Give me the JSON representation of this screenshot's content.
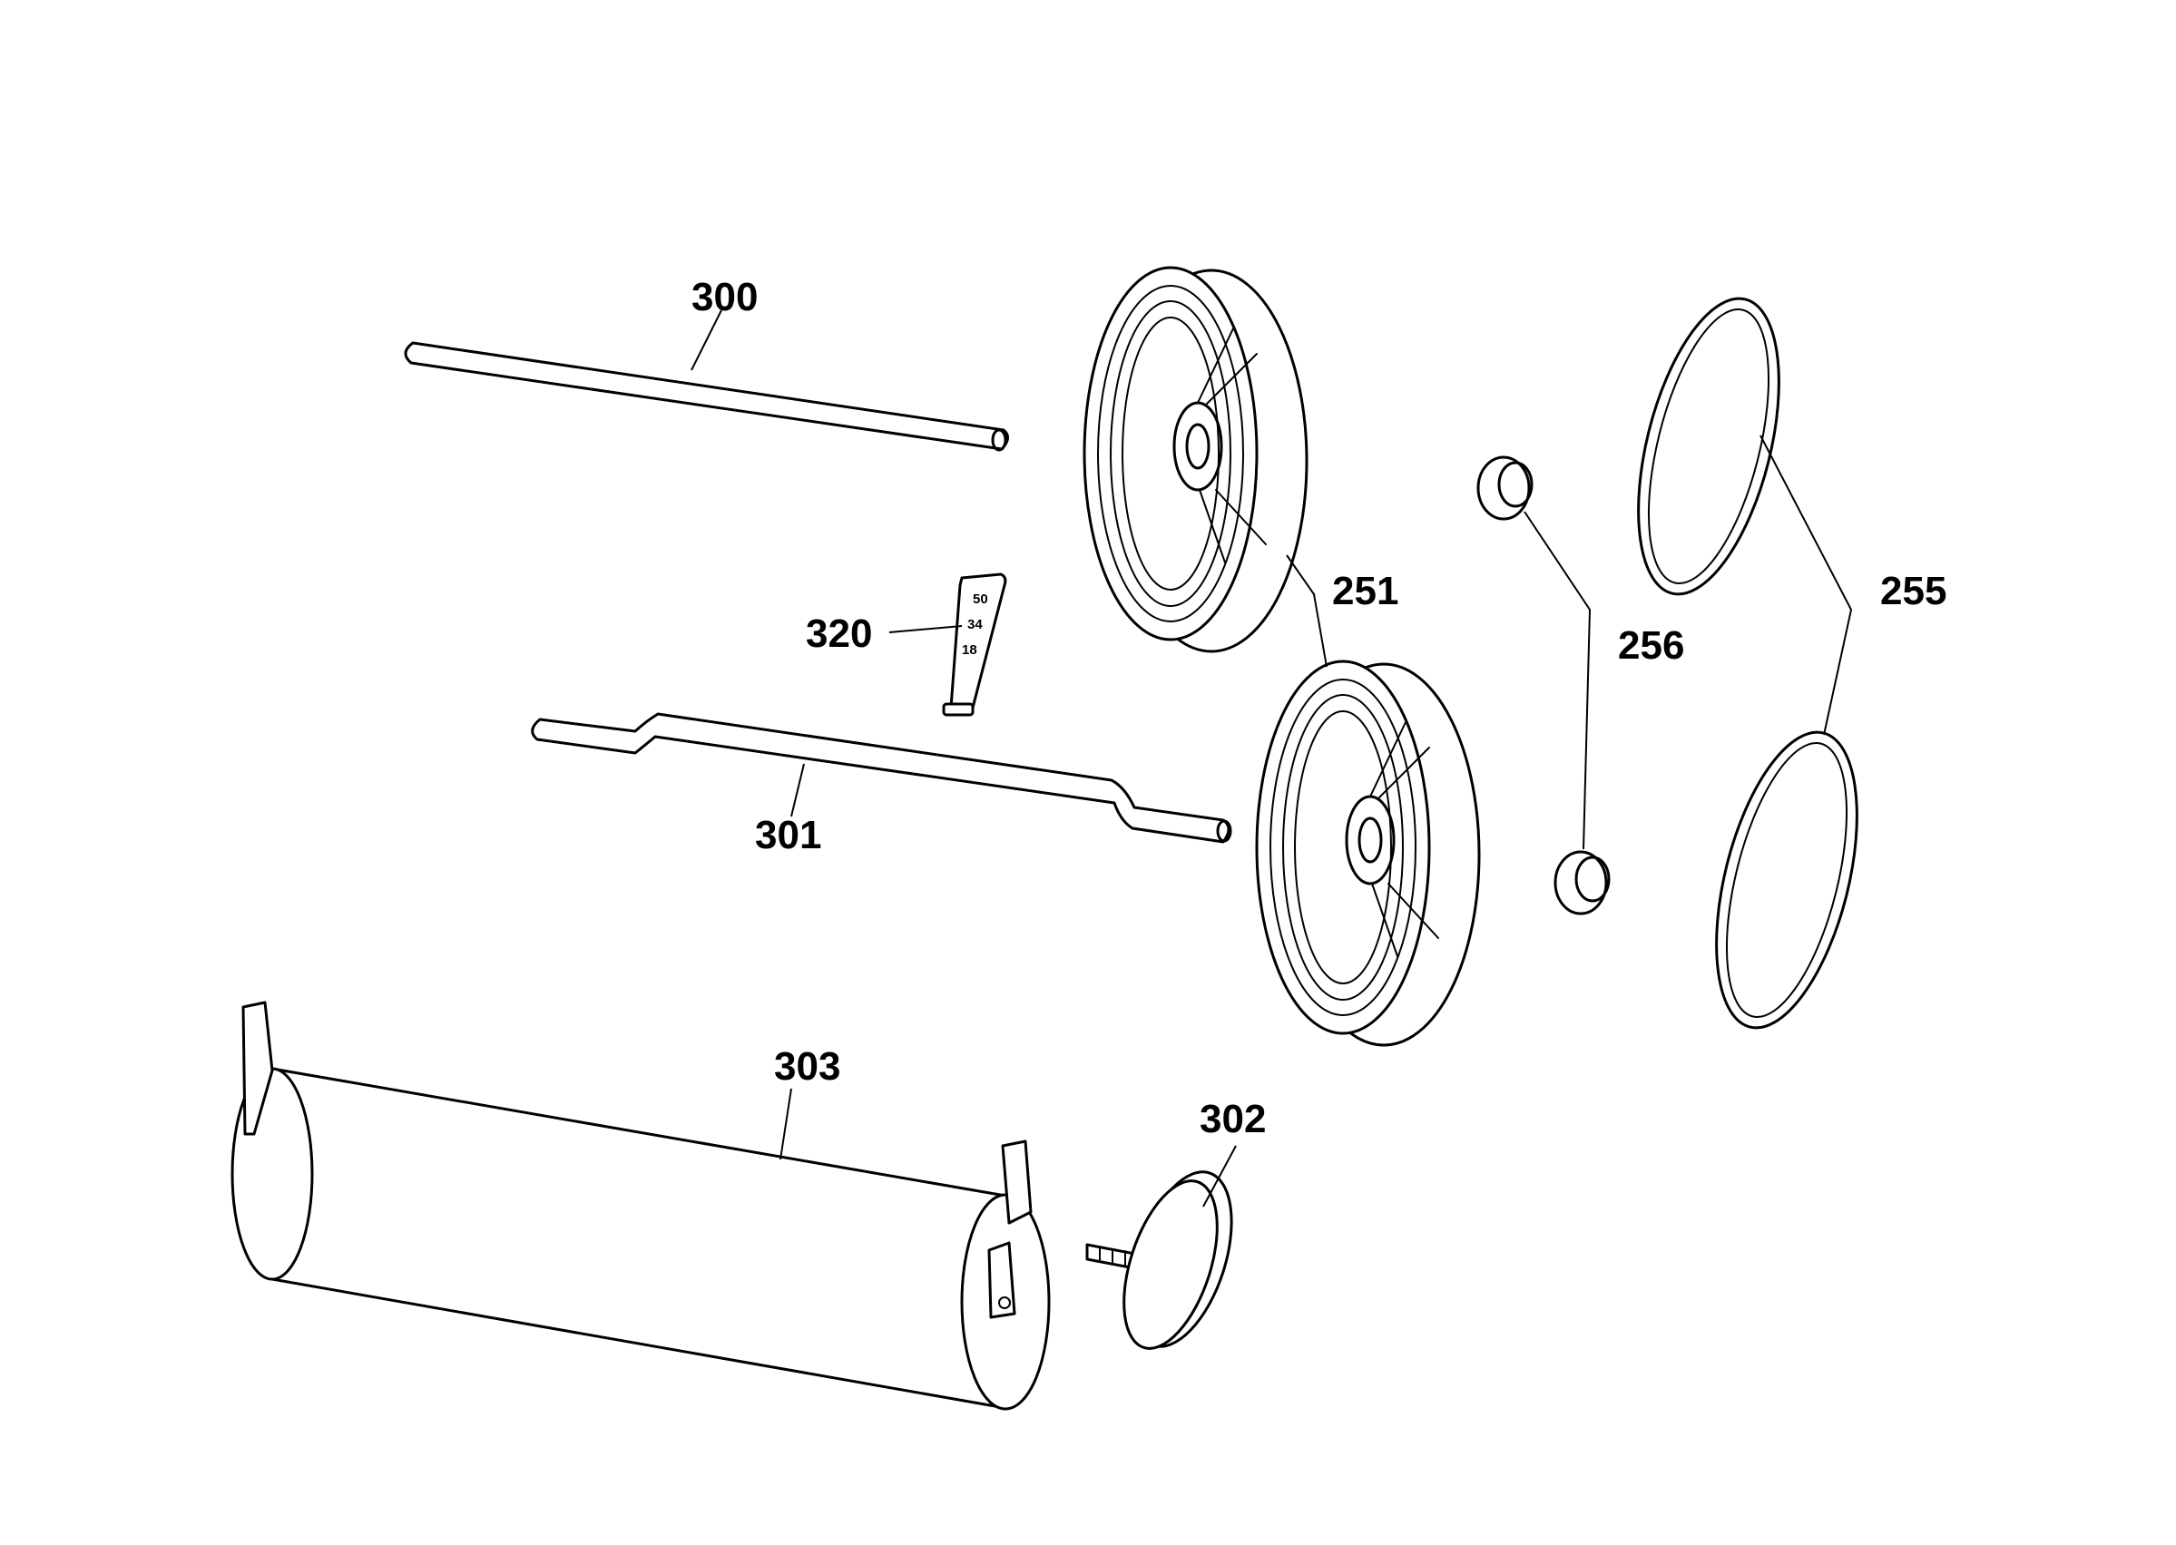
{
  "parts": [
    {
      "id": "axle",
      "label": "300"
    },
    {
      "id": "cranked-axle",
      "label": "301"
    },
    {
      "id": "roller-end-cap",
      "label": "302"
    },
    {
      "id": "roller",
      "label": "303"
    },
    {
      "id": "height-adjuster",
      "label": "320"
    },
    {
      "id": "wheels",
      "label": "251"
    },
    {
      "id": "tyres",
      "label": "255"
    },
    {
      "id": "hub-caps",
      "label": "256"
    }
  ],
  "adjuster_marks": [
    "50",
    "34",
    "18"
  ]
}
